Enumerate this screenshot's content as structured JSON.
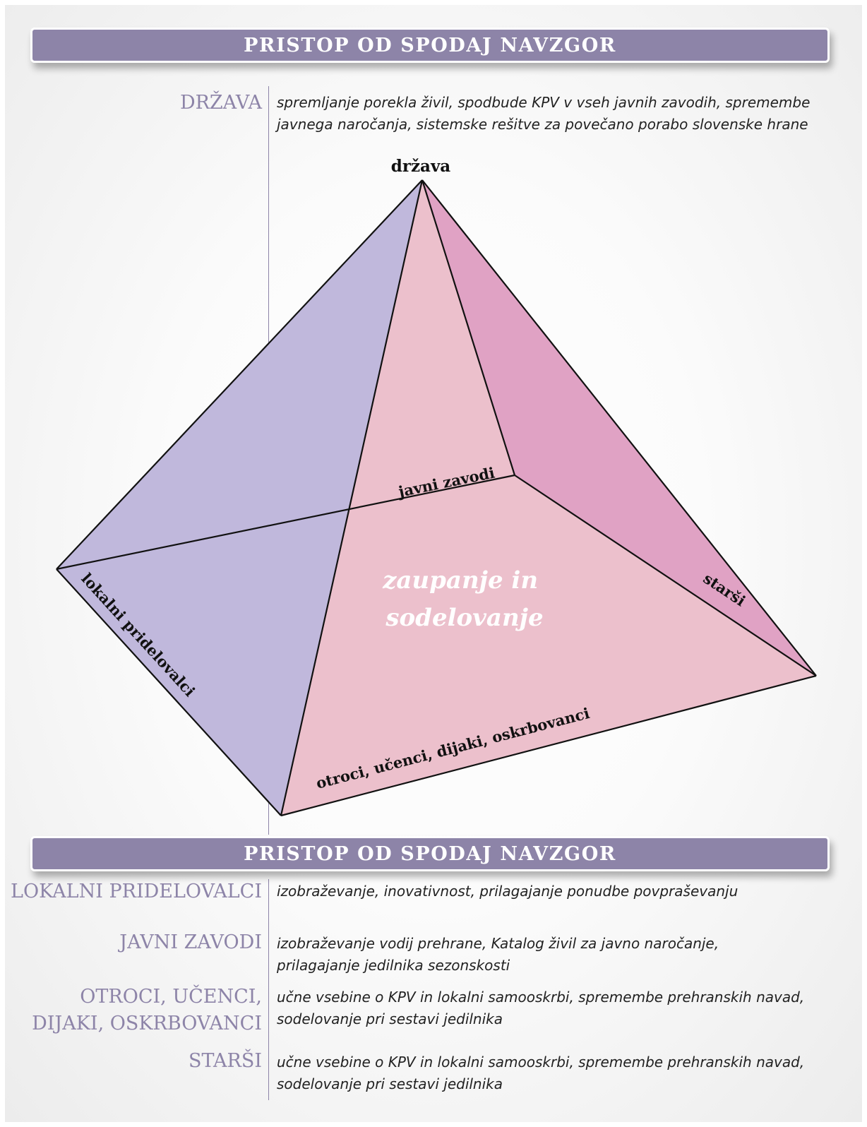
{
  "header_top": {
    "title": "PRISTOP OD SPODAJ NAVZGOR"
  },
  "top_row": {
    "label": "DRŽAVA",
    "description": [
      "spremljanje porekla živil, spodbude KPV v vseh javnih zavodih, spremembe",
      "javnega naročanja, sistemske rešitve za povečano porabo slovenske hrane"
    ]
  },
  "pyramid": {
    "apex_label": "država",
    "center_text": [
      "zaupanje in",
      "sodelovanje"
    ],
    "edge_labels": {
      "back": "javni zavodi",
      "left": "lokalni pridelovalci",
      "right": "starši",
      "front": "otroci, učenci, dijaki, oskrbovanci"
    },
    "colors": {
      "left_face": "#c0b8dc",
      "front_face": "#ecc0cc",
      "right_face": "#e0a2c4",
      "edge": "#111111"
    }
  },
  "header_bottom": {
    "title": "PRISTOP OD SPODAJ NAVZGOR"
  },
  "rows": [
    {
      "label": [
        "LOKALNI PRIDELOVALCI"
      ],
      "description": [
        "izobraževanje, inovativnost, prilagajanje ponudbe povpraševanju"
      ]
    },
    {
      "label": [
        "JAVNI ZAVODI"
      ],
      "description": [
        "izobraževanje vodij prehrane, Katalog živil za javno naročanje,",
        "prilagajanje jedilnika sezonskosti"
      ]
    },
    {
      "label": [
        "OTROCI, UČENCI,",
        "DIJAKI, OSKRBOVANCI"
      ],
      "description": [
        "učne vsebine o KPV in lokalni samooskrbi, spremembe prehranskih navad,",
        "sodelovanje pri sestavi jedilnika"
      ]
    },
    {
      "label": [
        "STARŠI"
      ],
      "description": [
        "učne vsebine o KPV in lokalni samooskrbi, spremembe prehranskih navad,",
        "sodelovanje pri sestavi jedilnika"
      ]
    }
  ],
  "accent_color": "#8d84a8"
}
